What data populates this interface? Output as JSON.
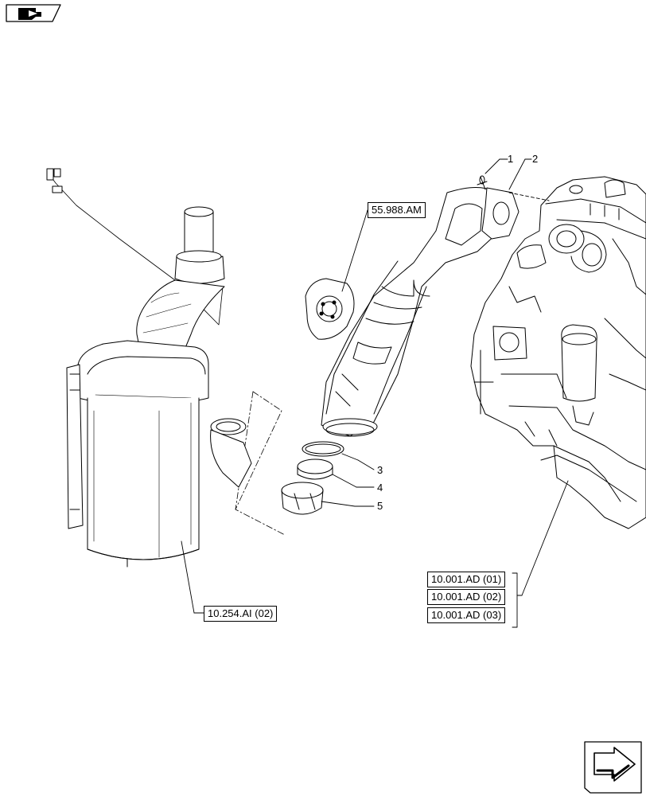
{
  "callouts": {
    "c1": "1",
    "c2": "2",
    "c3": "3",
    "c4": "4",
    "c5": "5"
  },
  "refs": {
    "r_55988": "55.988.AM",
    "r_10254": "10.254.AI (02)",
    "r_10001_01": "10.001.AD (01)",
    "r_10001_02": "10.001.AD (02)",
    "r_10001_03": "10.001.AD (03)"
  },
  "icons": {
    "top_left": "book-arrow-icon",
    "bottom_right": "next-page-arrow-icon"
  }
}
